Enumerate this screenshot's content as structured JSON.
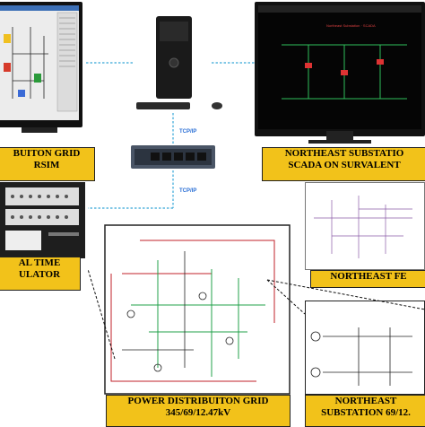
{
  "labels": {
    "opendss": [
      "BUITON GRID",
      "RSIM"
    ],
    "scada": [
      "NORTHEAST SUBSTATIO",
      "SCADA ON SURVALENT"
    ],
    "rtds": [
      "AL TIME",
      "ULATOR"
    ],
    "feeder": "NORTHEAST FE",
    "distribution": [
      "POWER DISTRIBUITON GRID",
      "345/69/12.47kV"
    ],
    "substation": [
      "NORTHEAST",
      "SUBSTATION 69/12."
    ]
  },
  "links": {
    "upper": "TCP/IP",
    "lower": "TCP/IP"
  },
  "colors": {
    "label_fill": "#f2c21a",
    "link": "#38a8d8",
    "grid_red": "#c0212a",
    "grid_green": "#20a04a",
    "scada_green": "#2fbf5a"
  }
}
